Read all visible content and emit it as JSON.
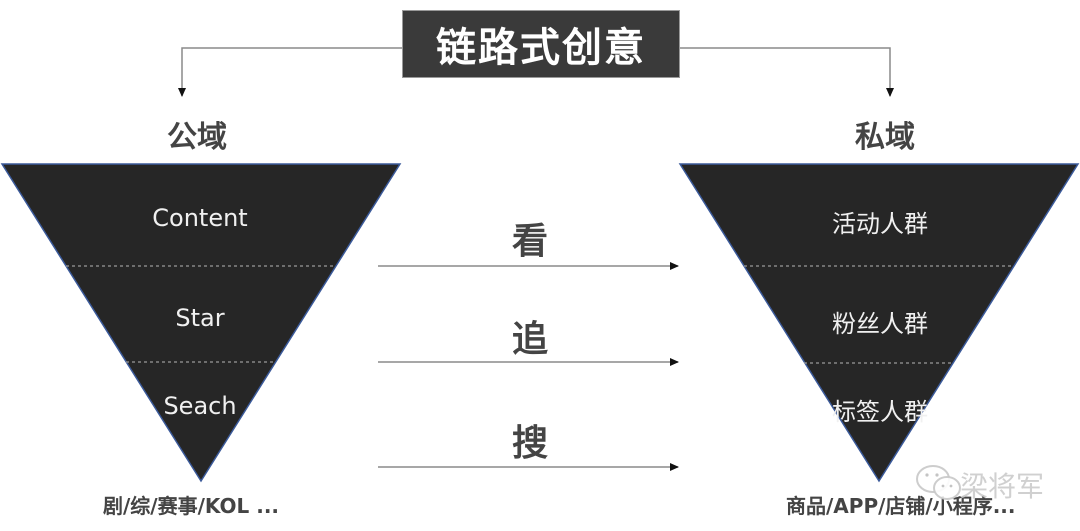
{
  "title": "链路式创意",
  "left_funnel": {
    "heading": "公域",
    "layers": [
      {
        "label": "Content"
      },
      {
        "label": "Star"
      },
      {
        "label": "Seach"
      }
    ],
    "footer": "剧/综/赛事/KOL ..."
  },
  "right_funnel": {
    "heading": "私域",
    "layers": [
      {
        "label": "活动人群"
      },
      {
        "label": "粉丝人群"
      },
      {
        "label": "标签人群"
      }
    ],
    "footer": "商品/APP/店铺/小程序..."
  },
  "connections": [
    {
      "label": "看"
    },
    {
      "label": "追"
    },
    {
      "label": "搜"
    }
  ],
  "watermark": {
    "icon": "wechat-icon",
    "text": "梁将军"
  },
  "colors": {
    "funnel_fill": "#262626",
    "funnel_edge": "#3b5a9a",
    "title_bg": "#3a3a3a",
    "text_dark": "#444444",
    "line": "#8a8a8a",
    "divider": "#9a9a9a"
  }
}
